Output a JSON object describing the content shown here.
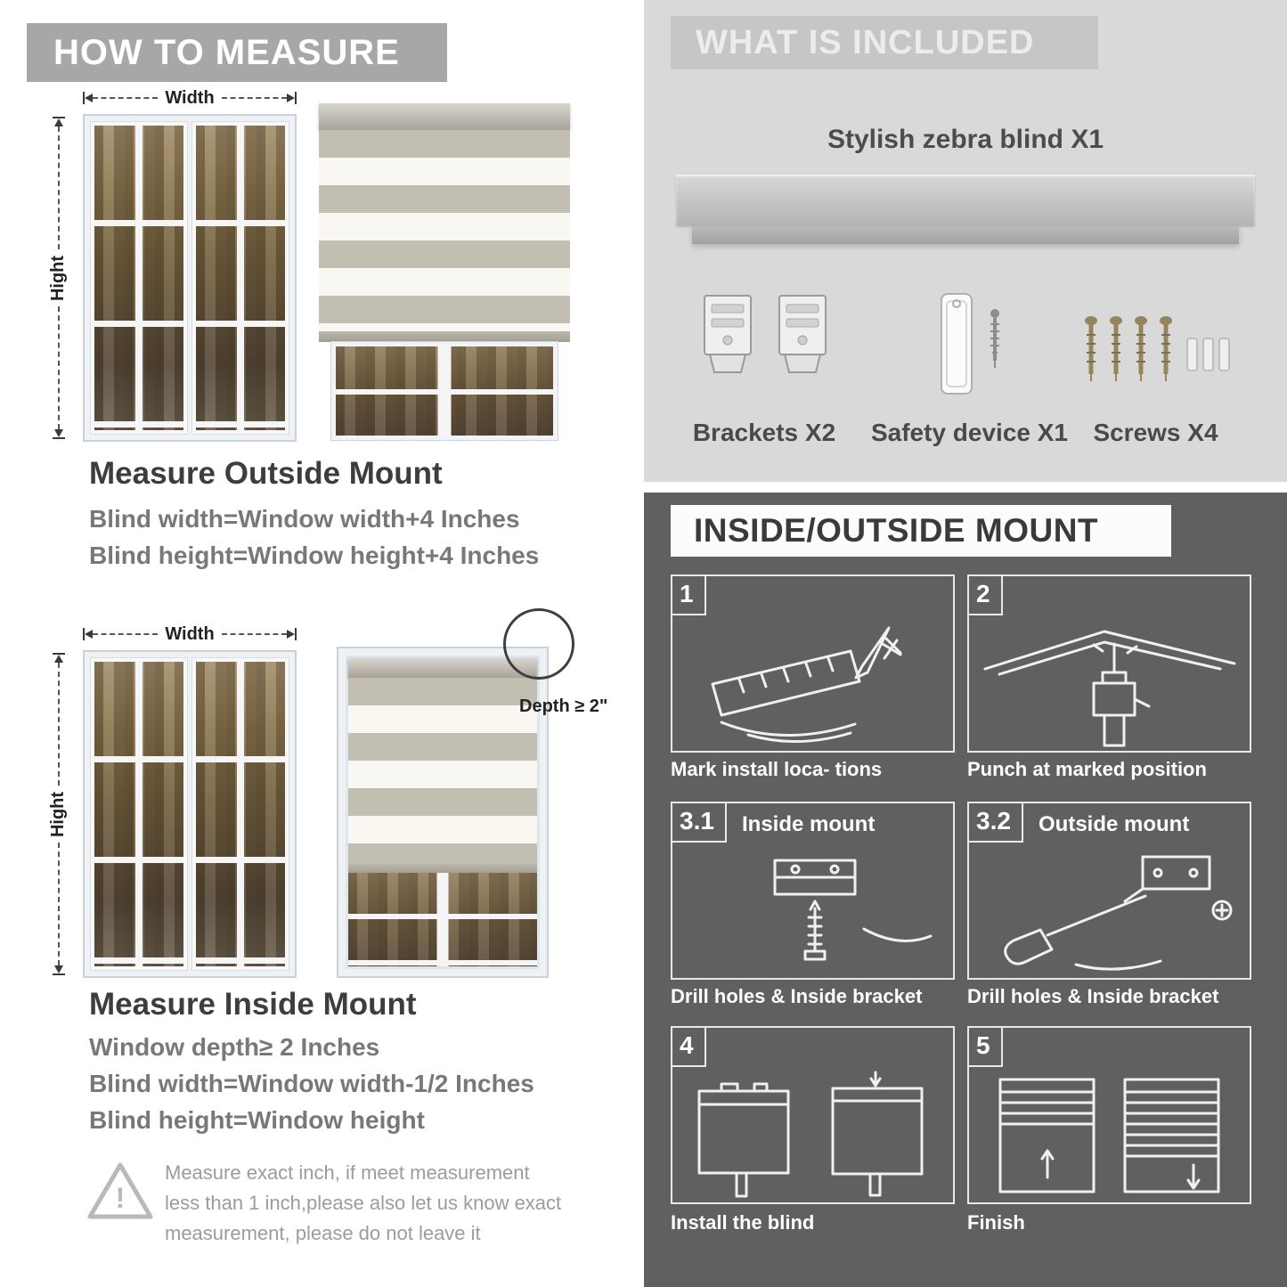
{
  "left": {
    "header": "HOW TO MEASURE",
    "outside": {
      "width_label": "Width",
      "height_label": "Hight",
      "title": "Measure Outside Mount",
      "lines": [
        "Blind width=Window width+4 Inches",
        "Blind height=Window height+4 Inches"
      ]
    },
    "inside": {
      "width_label": "Width",
      "height_label": "Hight",
      "depth_label": "Depth ≥ 2\"",
      "title": "Measure Inside Mount",
      "lines": [
        "Window depth≥ 2 Inches",
        "Blind width=Window width-1/2 Inches",
        "Blind height=Window height"
      ]
    },
    "note": "Measure exact inch, if meet measurement less than 1 inch,please also let us know exact measurement, please do not leave it",
    "warning_mark": "!"
  },
  "included": {
    "header": "WHAT IS INCLUDED",
    "product_label": "Stylish zebra blind X1",
    "items": [
      {
        "label": "Brackets X2"
      },
      {
        "label": "Safety device X1"
      },
      {
        "label": "Screws X4"
      }
    ]
  },
  "mount": {
    "header": "INSIDE/OUTSIDE MOUNT",
    "steps": [
      {
        "num": "1",
        "title": "",
        "caption": "Mark install loca- tions"
      },
      {
        "num": "2",
        "title": "",
        "caption": "Punch at  marked position"
      },
      {
        "num": "3.1",
        "title": "Inside mount",
        "caption": "Drill holes &  Inside bracket"
      },
      {
        "num": "3.2",
        "title": "Outside mount",
        "caption": "Drill holes &  Inside bracket"
      },
      {
        "num": "4",
        "title": "",
        "caption": "Install the blind"
      },
      {
        "num": "5",
        "title": "",
        "caption": "Finish"
      }
    ]
  },
  "colors": {
    "banner_gray": "#a7a7a7",
    "light_section": "#d9d9d9",
    "dark_section": "#606060",
    "heading_text": "#3d3d3d"
  }
}
